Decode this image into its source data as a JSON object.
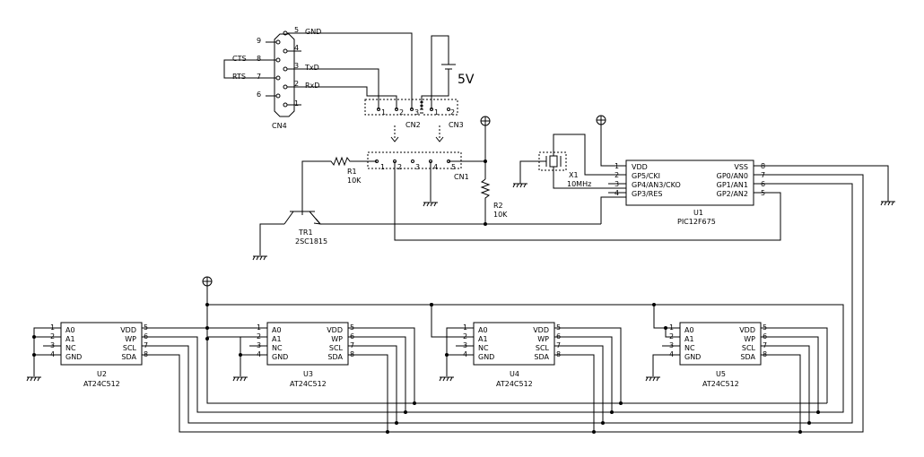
{
  "connectors": {
    "cn4": {
      "ref": "CN4",
      "pins": [
        {
          "num": "5",
          "label": "GND"
        },
        {
          "num": "9",
          "label": ""
        },
        {
          "num": "4",
          "label": ""
        },
        {
          "num": "8",
          "label": "CTS"
        },
        {
          "num": "3",
          "label": "TxD"
        },
        {
          "num": "7",
          "label": "RTS"
        },
        {
          "num": "2",
          "label": "RxD"
        },
        {
          "num": "6",
          "label": ""
        },
        {
          "num": "1",
          "label": ""
        }
      ]
    },
    "cn2": {
      "ref": "CN2",
      "pins": [
        "1",
        "2",
        "3"
      ]
    },
    "cn3": {
      "ref": "CN3",
      "pins": [
        "1",
        "2"
      ]
    },
    "cn1": {
      "ref": "CN1",
      "pins": [
        "1",
        "2",
        "3",
        "4",
        "5"
      ]
    },
    "supply": {
      "label": "5V"
    }
  },
  "components": {
    "r1": {
      "ref": "R1",
      "value": "10K"
    },
    "r2": {
      "ref": "R2",
      "value": "10K"
    },
    "tr1": {
      "ref": "TR1",
      "value": "2SC1815"
    },
    "x1": {
      "ref": "X1",
      "value": "10MHz"
    }
  },
  "mcu": {
    "ref": "U1",
    "part": "PIC12F675",
    "left_pins": [
      {
        "num": "1",
        "name": "VDD"
      },
      {
        "num": "2",
        "name": "GP5/CKI"
      },
      {
        "num": "3",
        "name": "GP4/AN3/CKO"
      },
      {
        "num": "4",
        "name": "GP3/RES"
      }
    ],
    "right_pins": [
      {
        "num": "8",
        "name": "VSS"
      },
      {
        "num": "7",
        "name": "GP0/AN0"
      },
      {
        "num": "6",
        "name": "GP1/AN1"
      },
      {
        "num": "5",
        "name": "GP2/AN2"
      }
    ]
  },
  "eeproms": [
    {
      "ref": "U2",
      "part": "AT24C512"
    },
    {
      "ref": "U3",
      "part": "AT24C512"
    },
    {
      "ref": "U4",
      "part": "AT24C512"
    },
    {
      "ref": "U5",
      "part": "AT24C512"
    }
  ],
  "eeprom_pins": {
    "left": [
      {
        "num": "1",
        "name": "A0"
      },
      {
        "num": "2",
        "name": "A1"
      },
      {
        "num": "3",
        "name": "NC"
      },
      {
        "num": "4",
        "name": "GND"
      }
    ],
    "right": [
      {
        "num": "5",
        "name": "VDD"
      },
      {
        "num": "6",
        "name": "WP"
      },
      {
        "num": "7",
        "name": "SCL"
      },
      {
        "num": "8",
        "name": "SDA"
      }
    ]
  }
}
